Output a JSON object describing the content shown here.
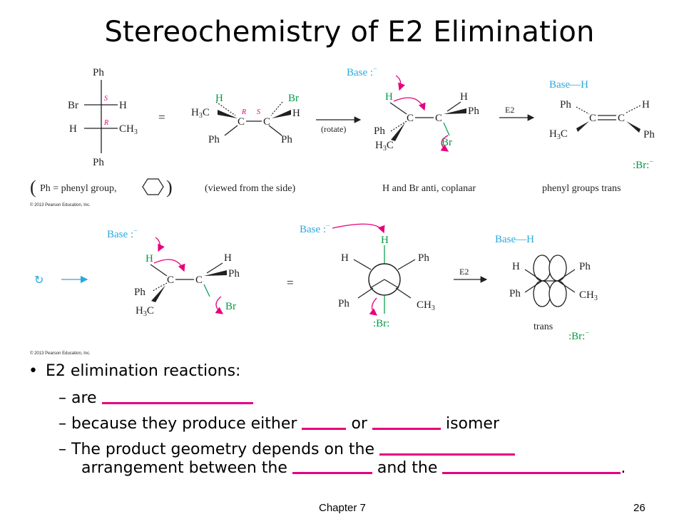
{
  "title": "Stereochemistry of E2 Elimination",
  "labels": {
    "ph": "Ph",
    "h": "H",
    "br": "Br",
    "ch3": "CH",
    "h3c": "H",
    "c": "C",
    "s": "S",
    "r": "R",
    "base": "Base",
    "base_h": "Base—H",
    "rotate": "(rotate)",
    "e2": "E2",
    "trans": "trans",
    "sub3": "3",
    "neg": "−"
  },
  "captions": {
    "phenyl": "Ph = phenyl group,",
    "viewed": "(viewed from the side)",
    "anti": "H and Br anti, coplanar",
    "phenyl_trans": "phenyl groups trans"
  },
  "copyright": "© 2013 Pearson Education, Inc.",
  "bullets": {
    "main": "E2 elimination reactions:",
    "item1": "are",
    "item2_a": "because they produce either",
    "item2_b": "or",
    "item2_c": "isomer",
    "item3_a": "The product geometry depends on the",
    "item3_b": "arrangement between the",
    "item3_c": "and the",
    "item3_end": "."
  },
  "footer": {
    "chapter": "Chapter 7",
    "page": "26"
  },
  "colors": {
    "cyan": "#29a8df",
    "green": "#009a44",
    "magenta": "#e6007e",
    "ink": "#231f20"
  }
}
